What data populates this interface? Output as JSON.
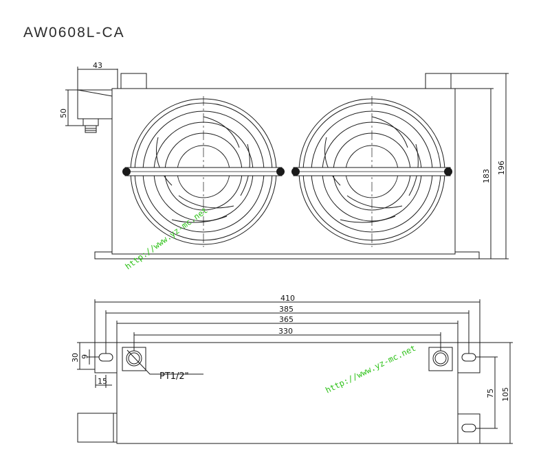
{
  "title": "AW0608L-CA",
  "front_view": {
    "dim_connector_width": "43",
    "dim_connector_height": "50",
    "dim_inner_height": "183",
    "dim_total_height": "196"
  },
  "bottom_view": {
    "dim_410": "410",
    "dim_385": "385",
    "dim_365": "365",
    "dim_330": "330",
    "dim_30": "30",
    "dim_9": "9",
    "dim_15": "15",
    "dim_75": "75",
    "dim_105": "105",
    "port_label": "PT1/2\""
  },
  "watermark": "http://www.yz-mc.net",
  "colors": {
    "line": "#1a1a1a",
    "watermark": "#2fc21a"
  }
}
